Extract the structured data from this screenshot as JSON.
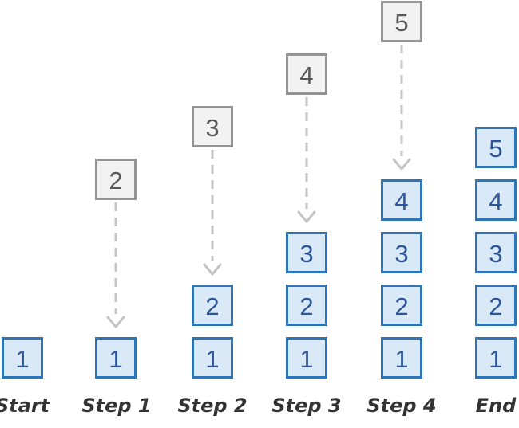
{
  "diagram_type": "stack-push-sequence",
  "colors": {
    "box_blue_fill": "#d9e9f8",
    "box_blue_border": "#2e75b6",
    "box_blue_text": "#2c5699",
    "box_gray_fill": "#f2f2f2",
    "box_gray_border": "#949494",
    "box_gray_text": "#595959",
    "arrow": "#c4c4c4",
    "label_text": "#333333"
  },
  "columns": [
    {
      "label": "Start",
      "stack": [
        "1"
      ],
      "incoming": null
    },
    {
      "label": "Step 1",
      "stack": [
        "1"
      ],
      "incoming": "2"
    },
    {
      "label": "Step 2",
      "stack": [
        "1",
        "2"
      ],
      "incoming": "3"
    },
    {
      "label": "Step 3",
      "stack": [
        "1",
        "2",
        "3"
      ],
      "incoming": "4"
    },
    {
      "label": "Step 4",
      "stack": [
        "1",
        "2",
        "3",
        "4"
      ],
      "incoming": "5"
    },
    {
      "label": "End",
      "stack": [
        "1",
        "2",
        "3",
        "4",
        "5"
      ],
      "incoming": null
    }
  ]
}
